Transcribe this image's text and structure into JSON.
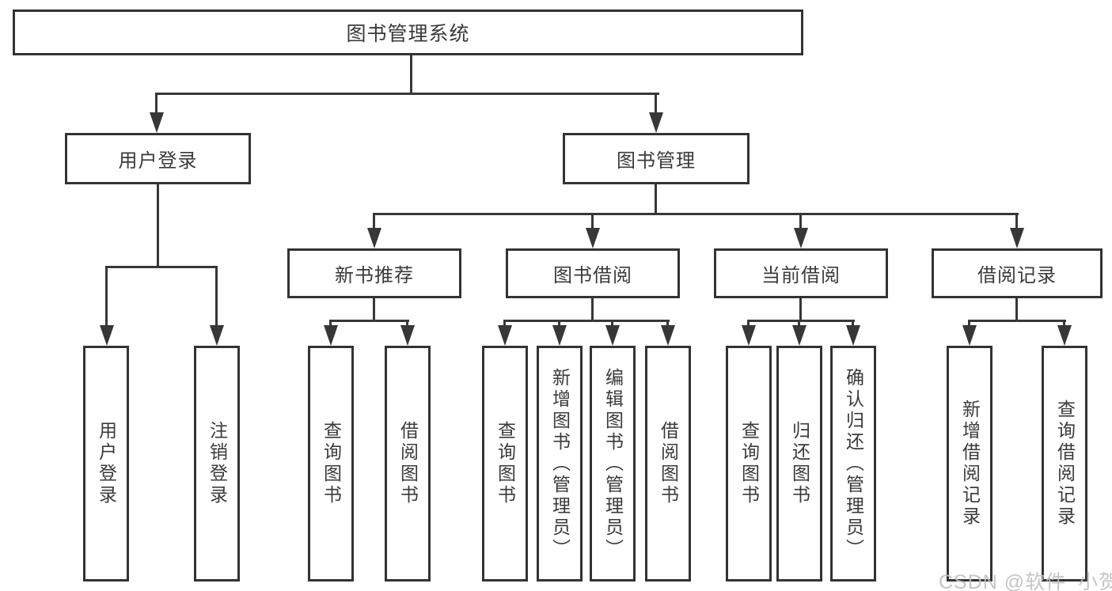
{
  "tree": {
    "root": {
      "label": "图书管理系统"
    },
    "branches": [
      {
        "label": "用户登录",
        "leaves": [
          {
            "label": "用户登录"
          },
          {
            "label": "注销登录"
          }
        ]
      },
      {
        "label": "图书管理",
        "sections": [
          {
            "label": "新书推荐",
            "leaves": [
              {
                "label": "查询图书"
              },
              {
                "label": "借阅图书"
              }
            ]
          },
          {
            "label": "图书借阅",
            "leaves": [
              {
                "label": "查询图书"
              },
              {
                "label": "新增图书（管理员）"
              },
              {
                "label": "编辑图书（管理员）"
              },
              {
                "label": "借阅图书"
              }
            ]
          },
          {
            "label": "当前借阅",
            "leaves": [
              {
                "label": "查询图书"
              },
              {
                "label": "归还图书"
              },
              {
                "label": "确认归还（管理员）"
              }
            ]
          },
          {
            "label": "借阅记录",
            "leaves": [
              {
                "label": "新增借阅记录"
              },
              {
                "label": "查询借阅记录"
              }
            ]
          }
        ]
      }
    ]
  },
  "watermark": {
    "text": "CSDN @软件_小贺同学"
  },
  "colors": {
    "line": "#373737",
    "border": "#333333",
    "watermark": "#bfbfbf"
  }
}
